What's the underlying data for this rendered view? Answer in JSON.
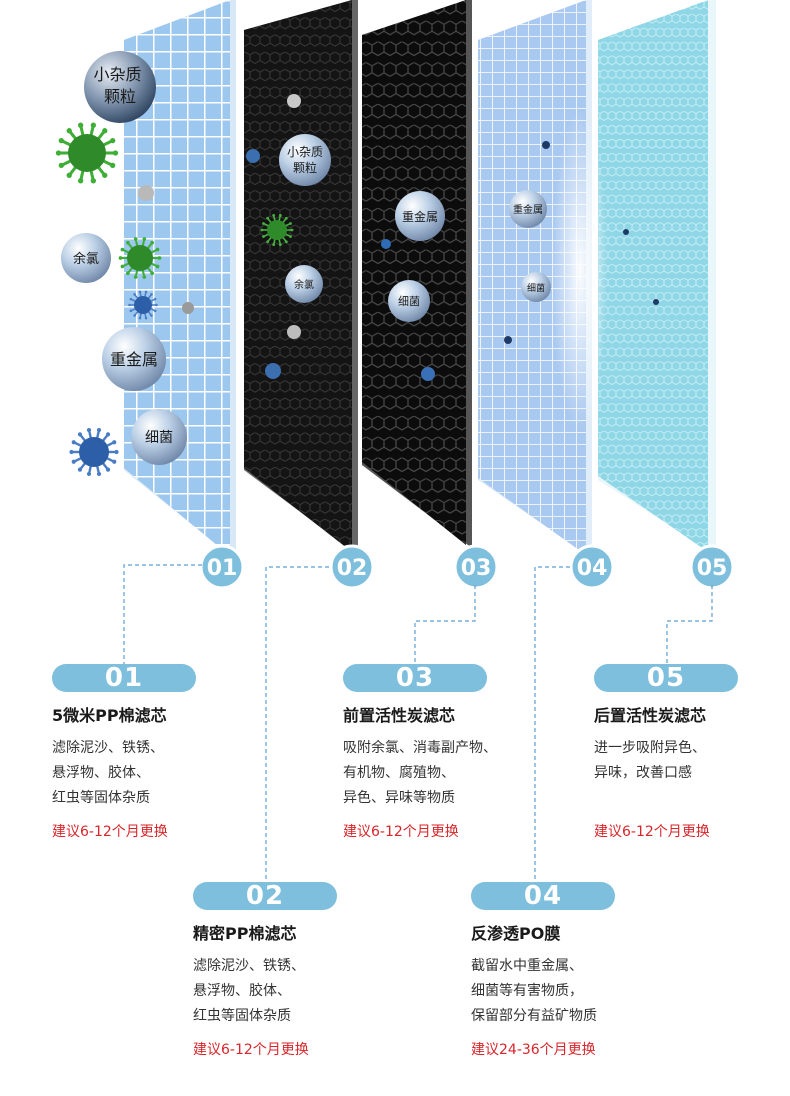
{
  "illustration": {
    "layer_numbers": [
      "01",
      "02",
      "03",
      "04",
      "05"
    ],
    "particles": {
      "layer1": [
        "小杂质\n颗粒",
        "余氯",
        "重金属",
        "细菌"
      ],
      "layer2": [
        "小杂质\n颗粒",
        "余氯"
      ],
      "layer3": [
        "重金属",
        "细菌"
      ],
      "layer4": [
        "重金属",
        "细菌"
      ]
    }
  },
  "stages": [
    {
      "num": "01",
      "title": "5微米PP棉滤芯",
      "desc": [
        "滤除泥沙、铁锈、",
        "悬浮物、胶体、",
        "红虫等固体杂质"
      ],
      "advice": "建议6-12个月更换"
    },
    {
      "num": "02",
      "title": "精密PP棉滤芯",
      "desc": [
        "滤除泥沙、铁锈、",
        "悬浮物、胶体、",
        "红虫等固体杂质"
      ],
      "advice": "建议6-12个月更换"
    },
    {
      "num": "03",
      "title": "前置活性炭滤芯",
      "desc": [
        "吸附余氯、消毒副产物、",
        "有机物、腐殖物、",
        "异色、异味等物质"
      ],
      "advice": "建议6-12个月更换"
    },
    {
      "num": "04",
      "title": "反渗透PO膜",
      "desc": [
        "截留水中重金属、",
        "细菌等有害物质，",
        "保留部分有益矿物质"
      ],
      "advice": "建议24-36个月更换"
    },
    {
      "num": "05",
      "title": "后置活性炭滤芯",
      "desc": [
        "进一步吸附异色、",
        "异味，改善口感"
      ],
      "advice": "建议6-12个月更换"
    }
  ],
  "colors": {
    "accent": "#7dbfdc",
    "advice": "#d8262a",
    "dashed": "#5a9fd0"
  }
}
